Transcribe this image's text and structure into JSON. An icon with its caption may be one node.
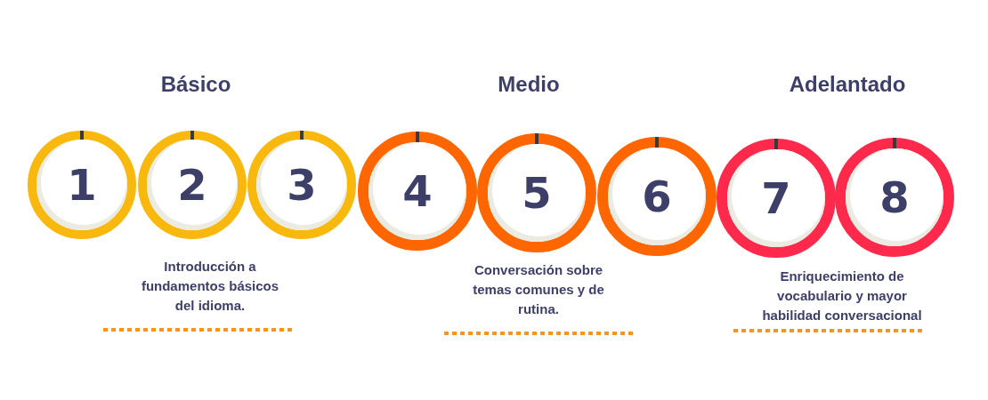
{
  "diagram": {
    "nodes": [
      {
        "text": [
          "1"
        ]
      },
      {
        "text": [
          "2"
        ]
      },
      {
        "text": [
          "3"
        ]
      },
      {
        "text": [
          "4"
        ]
      },
      {
        "text": [
          "5"
        ]
      },
      {
        "text": [
          "6"
        ]
      },
      {
        "text": [
          "7"
        ]
      },
      {
        "text": [
          "8"
        ]
      }
    ],
    "labels": [
      "Básico",
      "Medio",
      "Adelantado",
      "Introducción a fundamentos básicos del idioma.",
      "Conversación sobre temas comunes y de rutina.",
      "Enriquecimiento de vocabulario y mayor habilidad conversacional"
    ]
  }
}
